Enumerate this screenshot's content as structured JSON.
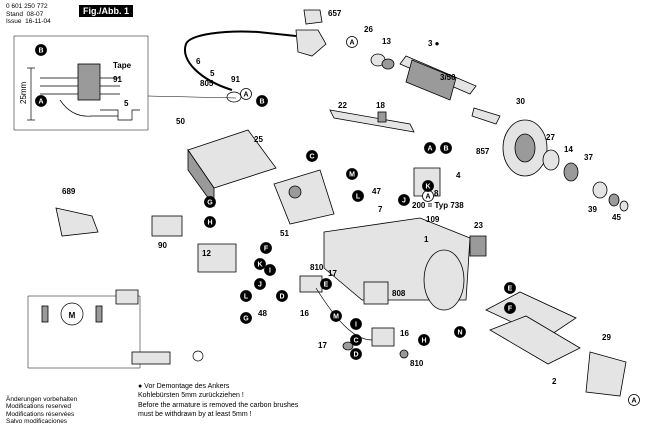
{
  "header": {
    "doc_number": "0 601 250 772",
    "stand_label": "Stand",
    "stand_value": "08-07",
    "issue_label": "Issue",
    "issue_value": "16-11-04",
    "figure_label": "Fig./Abb. 1"
  },
  "footer": {
    "notice_lines": [
      "Änderungen vorbehalten",
      "Modifications reserved",
      "Modifications réservées",
      "Salvo modificaciones"
    ],
    "note_de_1": "● Vor Demontage des Ankers",
    "note_de_2": "Kohlebürsten 5mm zurückziehen !",
    "note_en_1": "Before the armature is removed the carbon brushes",
    "note_en_2": "must be withdrawn by at least 5mm !"
  },
  "inset": {
    "tape_label": "Tape",
    "dim_label": "25mm",
    "part_91": "91",
    "part_5": "5"
  },
  "part_labels": [
    {
      "id": "p657",
      "text": "657"
    },
    {
      "id": "p26",
      "text": "26"
    },
    {
      "id": "p13",
      "text": "13"
    },
    {
      "id": "p3",
      "text": "3 ●"
    },
    {
      "id": "p3_50",
      "text": "3/50"
    },
    {
      "id": "p6",
      "text": "6"
    },
    {
      "id": "p5",
      "text": "5"
    },
    {
      "id": "p805",
      "text": "805"
    },
    {
      "id": "p91b",
      "text": "91"
    },
    {
      "id": "p22",
      "text": "22"
    },
    {
      "id": "p18",
      "text": "18"
    },
    {
      "id": "p30",
      "text": "30"
    },
    {
      "id": "p50",
      "text": "50"
    },
    {
      "id": "p25",
      "text": "25"
    },
    {
      "id": "p857",
      "text": "857"
    },
    {
      "id": "p4",
      "text": "4"
    },
    {
      "id": "p27",
      "text": "27"
    },
    {
      "id": "p14",
      "text": "14"
    },
    {
      "id": "p37",
      "text": "37"
    },
    {
      "id": "p39",
      "text": "39"
    },
    {
      "id": "p45",
      "text": "45"
    },
    {
      "id": "p8",
      "text": "8"
    },
    {
      "id": "p689",
      "text": "689"
    },
    {
      "id": "p47",
      "text": "47"
    },
    {
      "id": "p7",
      "text": "7"
    },
    {
      "id": "p200",
      "text": "200 = Typ 738"
    },
    {
      "id": "p109",
      "text": "109"
    },
    {
      "id": "p1",
      "text": "1"
    },
    {
      "id": "p23",
      "text": "23"
    },
    {
      "id": "p51",
      "text": "51"
    },
    {
      "id": "p90",
      "text": "90"
    },
    {
      "id": "p12",
      "text": "12"
    },
    {
      "id": "p810a",
      "text": "810"
    },
    {
      "id": "p17a",
      "text": "17"
    },
    {
      "id": "p48",
      "text": "48"
    },
    {
      "id": "p16a",
      "text": "16"
    },
    {
      "id": "p808",
      "text": "808"
    },
    {
      "id": "p16b",
      "text": "16"
    },
    {
      "id": "p17b",
      "text": "17"
    },
    {
      "id": "p810b",
      "text": "810"
    },
    {
      "id": "p2",
      "text": "2"
    },
    {
      "id": "p29",
      "text": "29"
    }
  ],
  "schematic": {
    "motor_label": "M"
  },
  "bubbles": [
    {
      "id": "bB1",
      "text": "B"
    },
    {
      "id": "bA1",
      "text": "A"
    },
    {
      "id": "bA2",
      "text": "A"
    },
    {
      "id": "bB2",
      "text": "B"
    },
    {
      "id": "bA3",
      "text": "A"
    },
    {
      "id": "bA4",
      "text": "A"
    },
    {
      "id": "bB3",
      "text": "B"
    },
    {
      "id": "bA5",
      "text": "A"
    },
    {
      "id": "bC1",
      "text": "C"
    },
    {
      "id": "bM1",
      "text": "M"
    },
    {
      "id": "bL1",
      "text": "L"
    },
    {
      "id": "bG1",
      "text": "G"
    },
    {
      "id": "bH1",
      "text": "H"
    },
    {
      "id": "bK1",
      "text": "K"
    },
    {
      "id": "bJ1",
      "text": "J"
    },
    {
      "id": "bF1",
      "text": "F"
    },
    {
      "id": "bK2",
      "text": "K"
    },
    {
      "id": "bI1",
      "text": "I"
    },
    {
      "id": "bL2",
      "text": "L"
    },
    {
      "id": "bJ2",
      "text": "J"
    },
    {
      "id": "bD1",
      "text": "D"
    },
    {
      "id": "bE1",
      "text": "E"
    },
    {
      "id": "bG2",
      "text": "G"
    },
    {
      "id": "bM2",
      "text": "M"
    },
    {
      "id": "bI2",
      "text": "I"
    },
    {
      "id": "bC2",
      "text": "C"
    },
    {
      "id": "bD2",
      "text": "D"
    },
    {
      "id": "bH2",
      "text": "H"
    },
    {
      "id": "bE2",
      "text": "E"
    },
    {
      "id": "bF2",
      "text": "F"
    },
    {
      "id": "bN1",
      "text": "N"
    },
    {
      "id": "bA6",
      "text": "A"
    }
  ]
}
